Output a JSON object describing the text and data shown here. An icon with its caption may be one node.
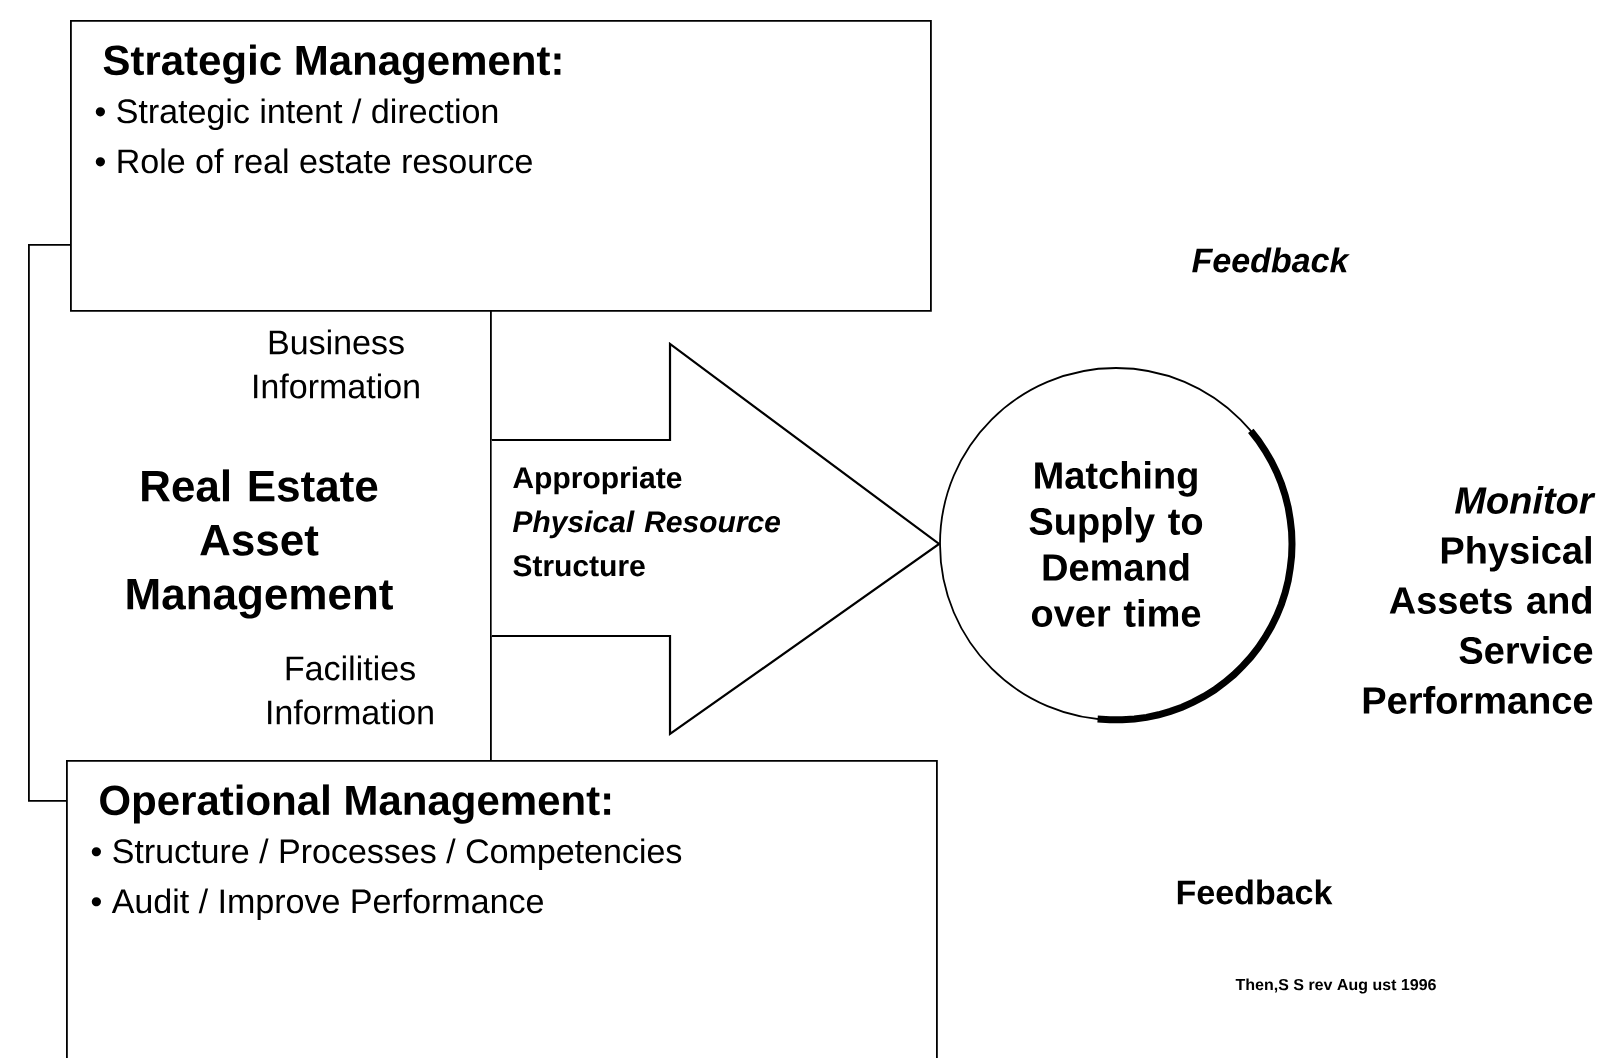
{
  "diagram": {
    "nodes": [
      {
        "text": [
          "Strategic Management:",
          "• Strategic intent / direction",
          "• Role of real estate resource"
        ]
      },
      {
        "text": [
          "Real Estate Asset Management"
        ]
      },
      {
        "text": [
          "Matching Supply to Demand over time"
        ]
      },
      {
        "text": [
          "Operational Management:",
          "• Structure / Processes / Competencies",
          "• Audit / Improve Performance"
        ]
      }
    ],
    "edges": [
      {
        "from": 1,
        "to": 2,
        "arrow": "to",
        "label": "Appropriate *Physical Resource* Structure"
      }
    ],
    "labels": [
      "Feedback",
      "Business Information",
      "*Monitor* Physical Assets and Service Performance",
      "Facilities Information",
      "Feedback",
      "Then,S S rev Aug ust 1996"
    ]
  }
}
